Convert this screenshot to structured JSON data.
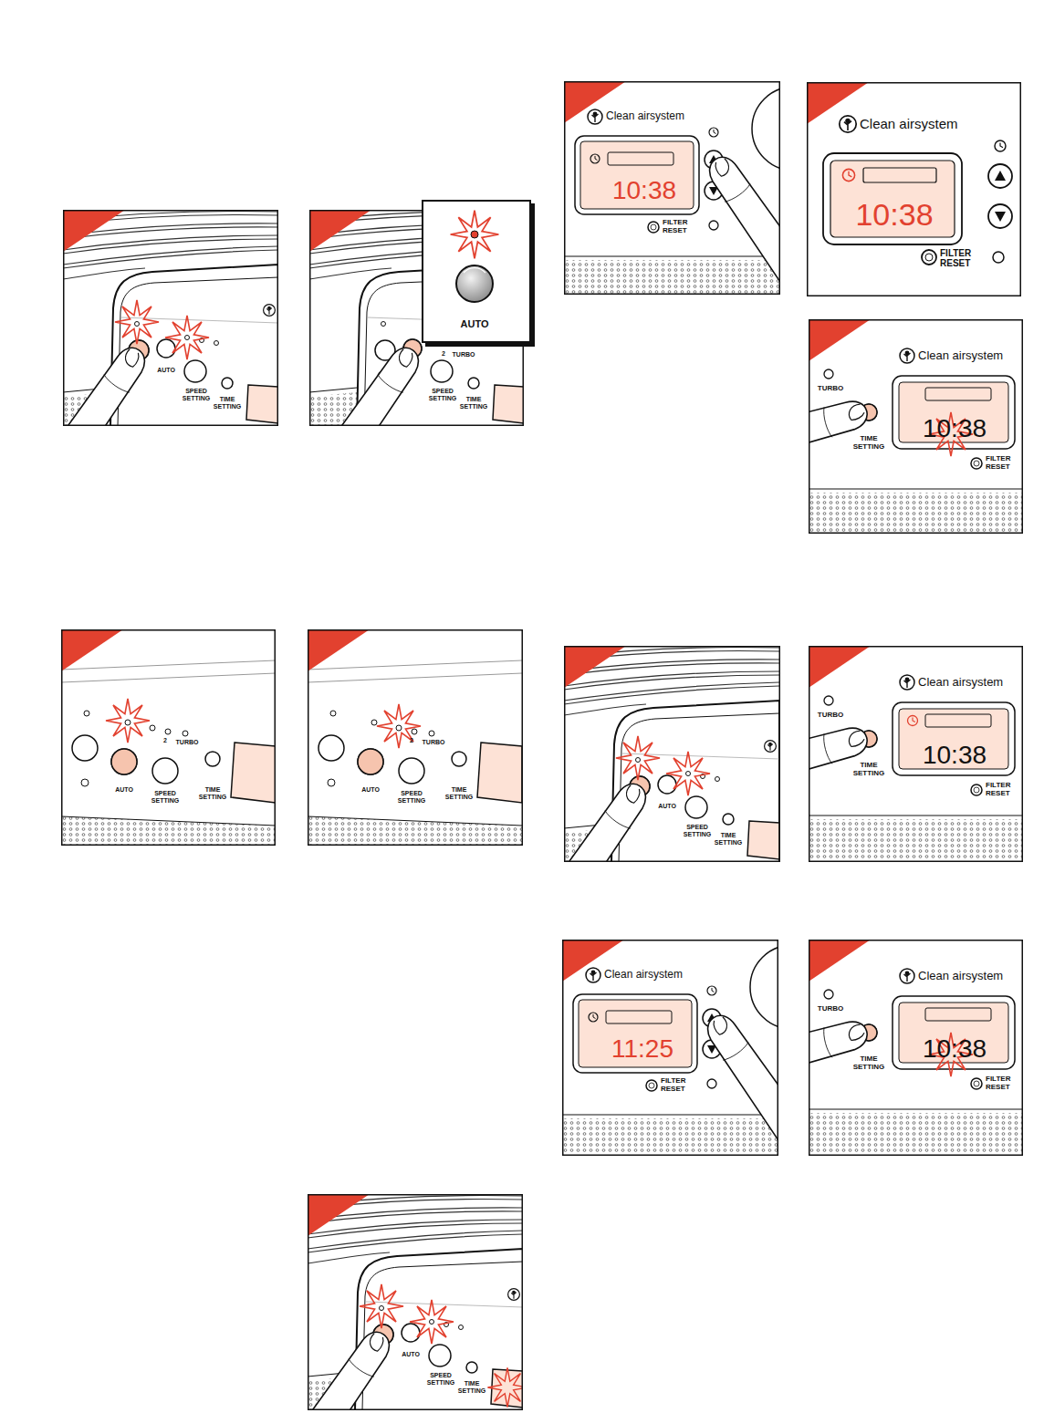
{
  "diagram": {
    "labels": [
      "AUTO",
      "SPEED SETTING",
      "TIME SETTING",
      "2",
      "TURBO",
      "SPEED SETTING",
      "TIME SETTING",
      "AUTO",
      "Clean airsystem",
      "10:38",
      "FILTER RESET",
      "Clean airsystem",
      "10:38",
      "FILTER RESET",
      "TURBO",
      "TIME SETTING",
      "Clean airsystem",
      "10:38",
      "FILTER RESET",
      "2",
      "TURBO",
      "AUTO",
      "SPEED SETTING",
      "TIME SETTING",
      "2",
      "TURBO",
      "AUTO",
      "SPEED SETTING",
      "TIME SETTING",
      "AUTO",
      "SPEED SETTING",
      "TIME SETTING",
      "TURBO",
      "TIME SETTING",
      "Clean airsystem",
      "10:38",
      "FILTER RESET",
      "Clean airsystem",
      "11:25",
      "FILTER RESET",
      "TURBO",
      "TIME SETTING",
      "Clean airsystem",
      "10:38",
      "FILTER RESET",
      "AUTO",
      "SPEED SETTING",
      "TIME SETTING"
    ]
  }
}
